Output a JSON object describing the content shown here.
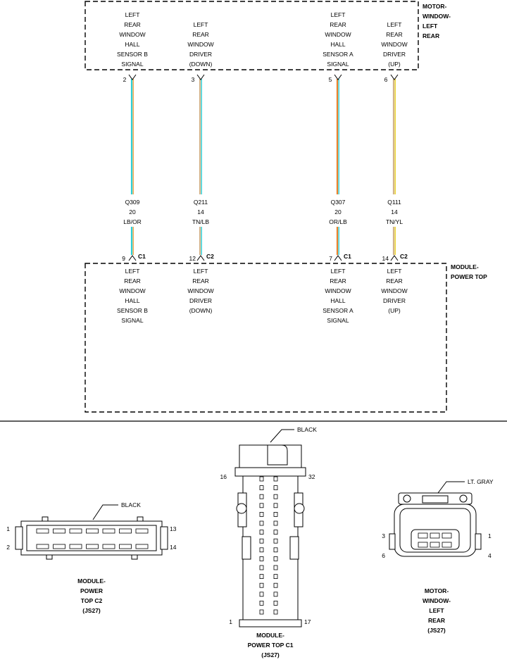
{
  "motor": {
    "title": [
      "MOTOR-",
      "WINDOW-",
      "LEFT",
      "REAR"
    ],
    "pins": [
      {
        "lines": [
          "LEFT",
          "REAR",
          "WINDOW",
          "HALL",
          "SENSOR B",
          "SIGNAL"
        ],
        "pin": "2"
      },
      {
        "lines": [
          "LEFT",
          "REAR",
          "WINDOW",
          "DRIVER",
          "(DOWN)"
        ],
        "pin": "3"
      },
      {
        "lines": [
          "LEFT",
          "REAR",
          "WINDOW",
          "HALL",
          "SENSOR A",
          "SIGNAL"
        ],
        "pin": "5"
      },
      {
        "lines": [
          "LEFT",
          "REAR",
          "WINDOW",
          "DRIVER",
          "(UP)"
        ],
        "pin": "6"
      }
    ]
  },
  "wires": [
    {
      "circuit": "Q309",
      "gauge": "20",
      "color_code": "LB/OR",
      "colors": [
        "#2bd0d8",
        "#e8a040"
      ]
    },
    {
      "circuit": "Q211",
      "gauge": "14",
      "color_code": "TN/LB",
      "colors": [
        "#d2b48c",
        "#2bd0d8"
      ]
    },
    {
      "circuit": "Q307",
      "gauge": "20",
      "color_code": "OR/LB",
      "colors": [
        "#e8802a",
        "#2bd0d8"
      ]
    },
    {
      "circuit": "Q111",
      "gauge": "14",
      "color_code": "TN/YL",
      "colors": [
        "#d2b48c",
        "#e8d020"
      ]
    }
  ],
  "module": {
    "title": [
      "MODULE-",
      "POWER TOP"
    ],
    "pins": [
      {
        "pin": "9",
        "connector": "C1",
        "lines": [
          "LEFT",
          "REAR",
          "WINDOW",
          "HALL",
          "SENSOR B",
          "SIGNAL"
        ]
      },
      {
        "pin": "12",
        "connector": "C2",
        "lines": [
          "LEFT",
          "REAR",
          "WINDOW",
          "DRIVER",
          "(DOWN)"
        ]
      },
      {
        "pin": "7",
        "connector": "C1",
        "lines": [
          "LEFT",
          "REAR",
          "WINDOW",
          "HALL",
          "SENSOR A",
          "SIGNAL"
        ]
      },
      {
        "pin": "14",
        "connector": "C2",
        "lines": [
          "LEFT",
          "REAR",
          "WINDOW",
          "DRIVER",
          "(UP)"
        ]
      }
    ]
  },
  "connector_views": {
    "c2": {
      "color": "BLACK",
      "title": [
        "MODULE-",
        "POWER",
        "TOP C2",
        "(JS27)"
      ],
      "pins": [
        "1",
        "2",
        "13",
        "14"
      ]
    },
    "c1": {
      "color": "BLACK",
      "title": [
        "MODULE-",
        "POWER TOP C1",
        "(JS27)"
      ],
      "pins": [
        "16",
        "32",
        "1",
        "17"
      ]
    },
    "motor": {
      "color": "LT. GRAY",
      "title": [
        "MOTOR-",
        "WINDOW-",
        "LEFT",
        "REAR",
        "(JS27)"
      ],
      "pins": [
        "3",
        "1",
        "6",
        "4"
      ]
    }
  }
}
